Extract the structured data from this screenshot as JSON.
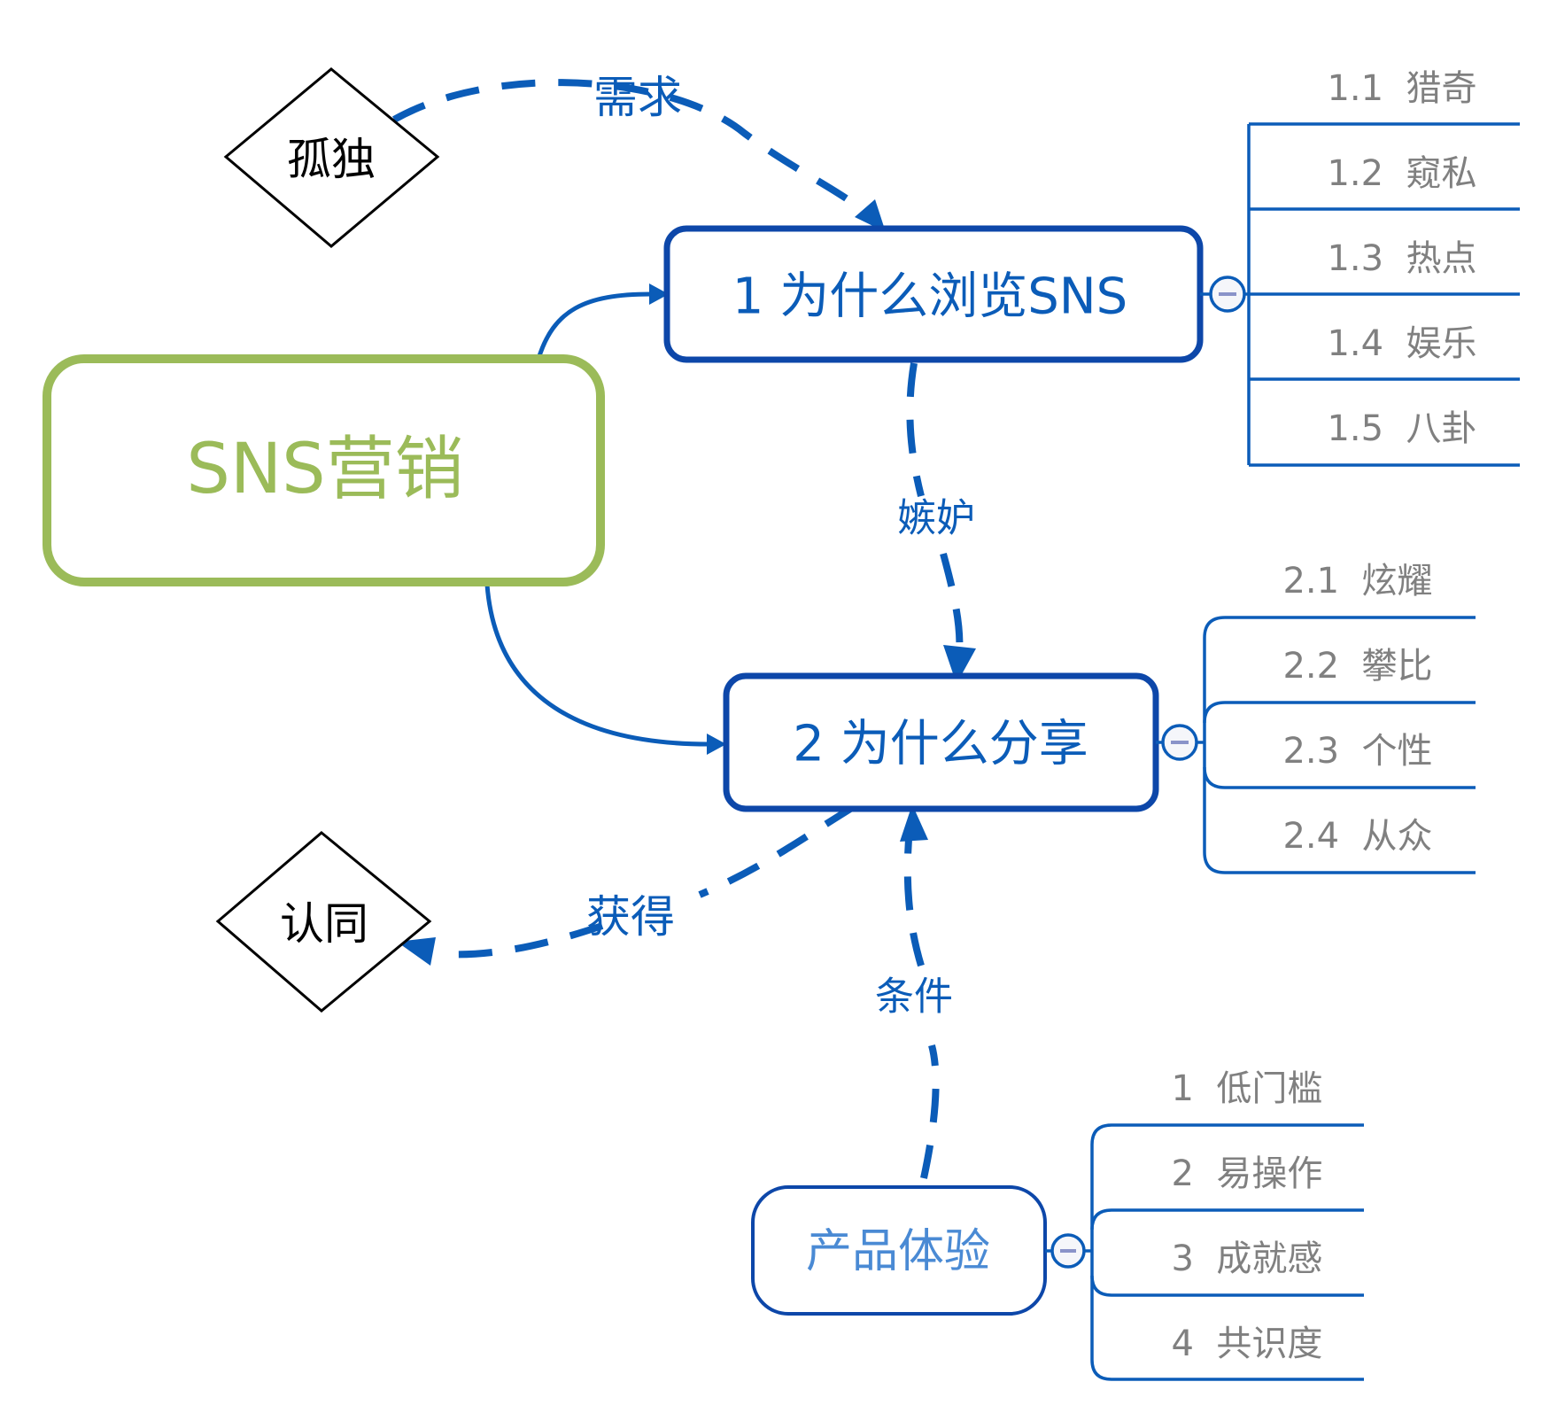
{
  "diagram": {
    "colors": {
      "root_border": "#9bbb59",
      "root_text": "#9bbb59",
      "main_border": "#0d47a9",
      "main_text": "#0b5cb8",
      "line": "#0b5cb8",
      "leaf_text": "#808080",
      "sub_text": "#4a8ad4",
      "diamond_border": "#000000"
    },
    "root": {
      "label": "SNS营销"
    },
    "nodes": {
      "browse": {
        "label": "1 为什么浏览SNS",
        "collapse_icon": "minus-icon",
        "children": [
          "1.1  猎奇",
          "1.2  窥私",
          "1.3  热点",
          "1.4  娱乐",
          "1.5  八卦"
        ]
      },
      "share": {
        "label": "2 为什么分享",
        "collapse_icon": "minus-icon",
        "children": [
          "2.1  炫耀",
          "2.2  攀比",
          "2.3  个性",
          "2.4  从众"
        ]
      },
      "experience": {
        "label": "产品体验",
        "collapse_icon": "minus-icon",
        "children": [
          "1  低门槛",
          "2  易操作",
          "3  成就感",
          "4  共识度"
        ]
      }
    },
    "diamonds": {
      "loneliness": {
        "label": "孤独"
      },
      "recognition": {
        "label": "认同"
      }
    },
    "relationships": {
      "need": {
        "label": "需求",
        "from": "孤独",
        "to": "1 为什么浏览SNS"
      },
      "jealousy": {
        "label": "嫉妒",
        "from": "1 为什么浏览SNS",
        "to": "2 为什么分享"
      },
      "gain": {
        "label": "获得",
        "from": "2 为什么分享",
        "to": "认同"
      },
      "condition": {
        "label": "条件",
        "from": "产品体验",
        "to": "2 为什么分享"
      }
    }
  }
}
